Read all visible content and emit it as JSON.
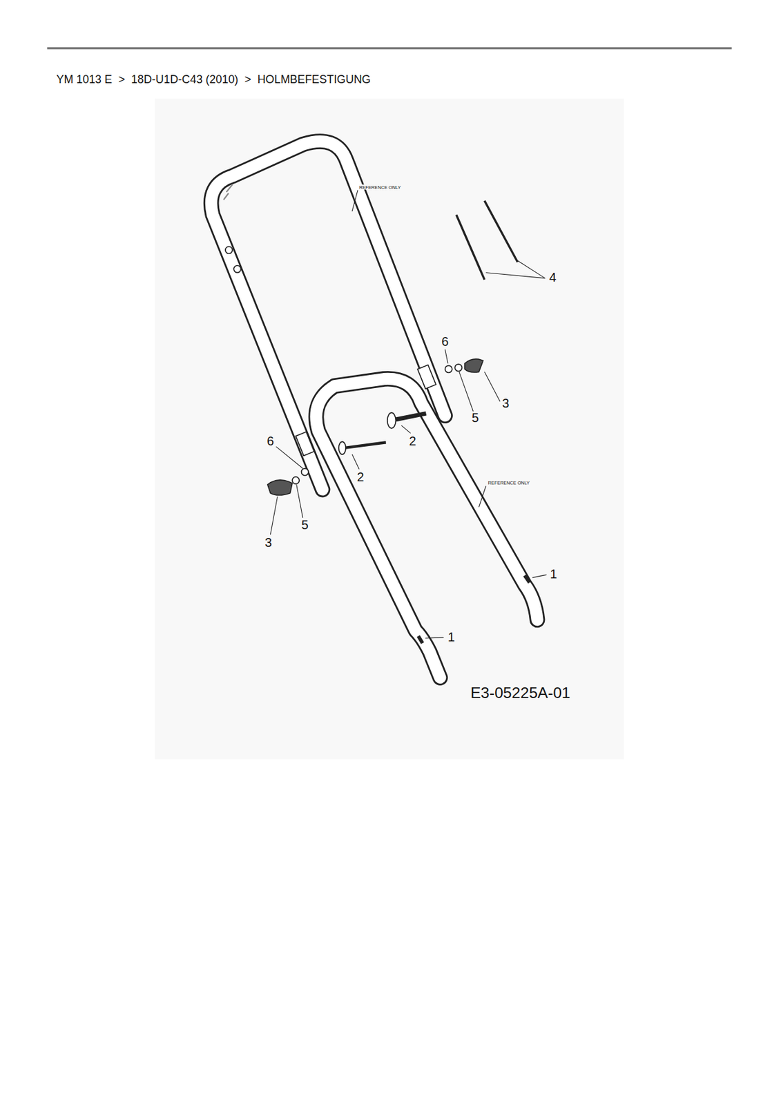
{
  "diagram": {
    "title": "YM 1013 E  >  18D-U1D-C43 (2010)  >  HOLMBEFESTIGUNG",
    "labels": [
      "REFERENCE ONLY",
      "4",
      "6",
      "3",
      "5",
      "2",
      "6",
      "2",
      "REFERENCE ONLY",
      "5",
      "3",
      "1",
      "1",
      "E3-05225A-01"
    ]
  }
}
